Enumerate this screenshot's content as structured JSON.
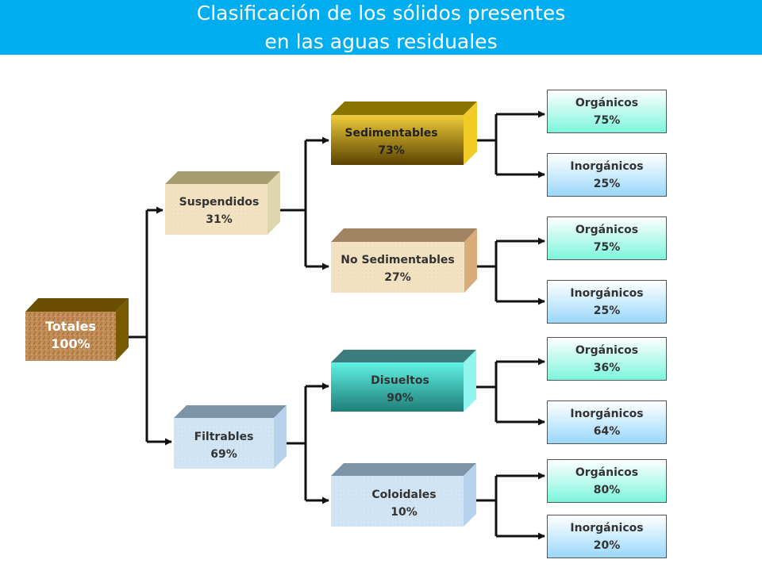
{
  "header": {
    "title_line1": "Clasificación de los sólidos presentes",
    "title_line2": "en las aguas residuales"
  },
  "colors": {
    "banner": "#00aeef",
    "connector": "#111111"
  },
  "nodes": {
    "totales": {
      "label": "Totales",
      "value": "100%"
    },
    "suspendidos": {
      "label": "Suspendidos",
      "value": "31%"
    },
    "filtrables": {
      "label": "Filtrables",
      "value": "69%"
    },
    "sedimentables": {
      "label": "Sedimentables",
      "value": "73%"
    },
    "no_sedimentables": {
      "label": "No Sedimentables",
      "value": "27%"
    },
    "disueltos": {
      "label": "Disueltos",
      "value": "90%"
    },
    "coloidales": {
      "label": "Coloidales",
      "value": "10%"
    }
  },
  "leaves": {
    "sedimentables": {
      "organicos": {
        "label": "Orgánicos",
        "value": "75%"
      },
      "inorganicos": {
        "label": "Inorgánicos",
        "value": "25%"
      }
    },
    "no_sedimentables": {
      "organicos": {
        "label": "Orgánicos",
        "value": "75%"
      },
      "inorganicos": {
        "label": "Inorgánicos",
        "value": "25%"
      }
    },
    "disueltos": {
      "organicos": {
        "label": "Orgánicos",
        "value": "36%"
      },
      "inorganicos": {
        "label": "Inorgánicos",
        "value": "64%"
      }
    },
    "coloidales": {
      "organicos": {
        "label": "Orgánicos",
        "value": "80%"
      },
      "inorganicos": {
        "label": "Inorgánicos",
        "value": "20%"
      }
    }
  }
}
